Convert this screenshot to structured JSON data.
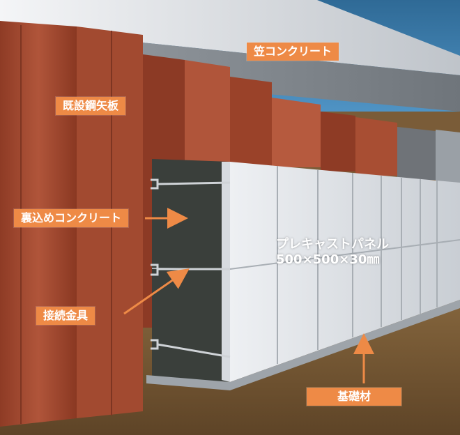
{
  "labels": {
    "kasa_concrete": "笠コンクリート",
    "existing_sheet_pile": "既設鋼矢板",
    "backfill_concrete": "裏込めコンクリート",
    "connector": "接続金具",
    "precast_panel": "プレキャストパネル",
    "panel_size": "500×500×30㎜",
    "foundation": "基礎材"
  },
  "colors": {
    "label_bg": "#ee8a46",
    "label_text": "#ffffff",
    "sheet_pile": "#a0482f",
    "sheet_pile_dark": "#7d3522",
    "precast_panel": "#e6e9ed",
    "backfill": "#3a3f3b",
    "kasa": "#c8ccd0",
    "ground": "#7a5c38",
    "sky": "#2f6a96"
  },
  "icons": [
    "arrow-right",
    "arrow-up",
    "arrow-diagonal"
  ]
}
